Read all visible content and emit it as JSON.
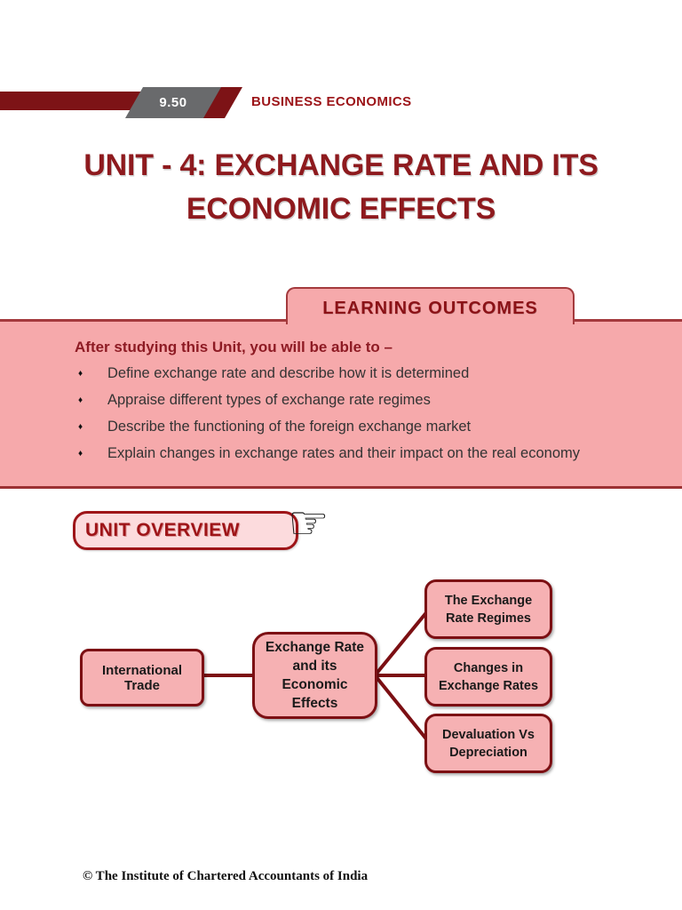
{
  "header": {
    "page_number": "9.50",
    "book_title": "BUSINESS ECONOMICS"
  },
  "title": {
    "line1": "UNIT - 4: EXCHANGE RATE AND ITS",
    "line2": "ECONOMIC EFFECTS"
  },
  "learning_outcomes": {
    "tab_label": "LEARNING OUTCOMES",
    "intro": "After studying this Unit, you will be able to –",
    "bullet_icon": "♦",
    "items": [
      "Define exchange rate and describe how it is determined",
      "Appraise different types of exchange rate regimes",
      "Describe the functioning of the foreign exchange market",
      "Explain changes in exchange rates and their impact on the real economy"
    ]
  },
  "unit_overview": {
    "label": "UNIT OVERVIEW",
    "hand_icon": "☞"
  },
  "diagram": {
    "root": "International Trade",
    "center": "Exchange Rate and its Economic Effects",
    "children": [
      "The Exchange Rate Regimes",
      "Changes in Exchange Rates",
      "Devaluation Vs Depreciation"
    ]
  },
  "footer": {
    "copyright": "© The Institute of Chartered Accountants of India"
  },
  "colors": {
    "maroon_bar": "#7d1316",
    "gray_slab": "#696a6c",
    "title_red": "#8e1a1e",
    "outcomes_pink": "#f6a9ab",
    "outcomes_border": "#a43a3d",
    "pill_pink": "#fcdbdd",
    "diagram_box_pink": "#f6b1b3",
    "diagram_border": "#7c0f13"
  }
}
